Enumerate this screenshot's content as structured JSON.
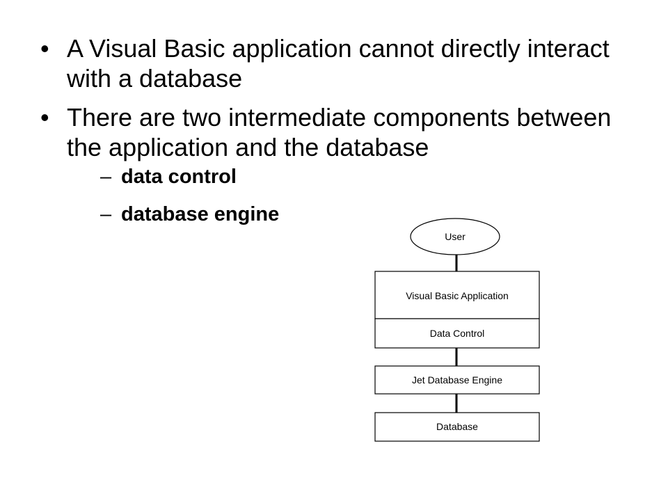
{
  "bullets": [
    {
      "text": "A Visual Basic application cannot directly interact with a database"
    },
    {
      "text": "There are two intermediate components between the application and the database",
      "subitems": [
        "data control",
        "database engine"
      ]
    }
  ],
  "symbols": {
    "bullet": "•",
    "dash": "–"
  },
  "diagram": {
    "user": "User",
    "vb_app": "Visual Basic Application",
    "data_control": "Data Control",
    "jet_engine": "Jet Database Engine",
    "database": "Database"
  }
}
